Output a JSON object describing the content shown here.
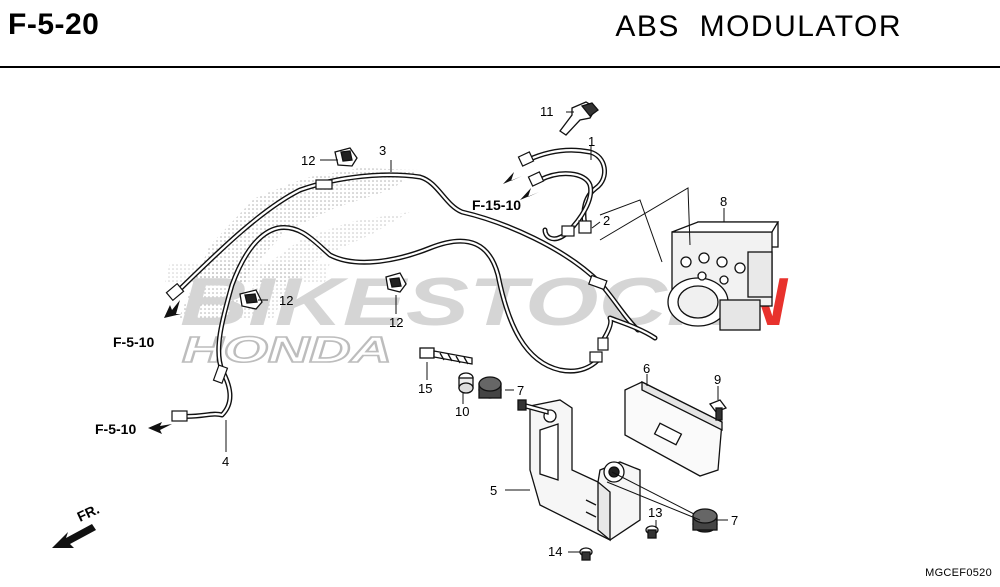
{
  "header": {
    "code": "F-5-20",
    "title": "ABS  MODULATOR"
  },
  "watermark": {
    "brand": "BIKESTOCK",
    "accent_suffix": "N",
    "make": "HONDA",
    "accent_color": "#e8322d"
  },
  "refs": {
    "f510_upper": "F-5-10",
    "f510_lower": "F-5-10",
    "f1510": "F-15-10"
  },
  "callouts": {
    "p1": "1",
    "p2": "2",
    "p3": "3",
    "p4": "4",
    "p5": "5",
    "p6": "6",
    "p7a": "7",
    "p7b": "7",
    "p8": "8",
    "p9": "9",
    "p10": "10",
    "p11": "11",
    "p12a": "12",
    "p12b": "12",
    "p12c": "12",
    "p13": "13",
    "p14": "14",
    "p15": "15"
  },
  "direction": {
    "label": "FR."
  },
  "diagram_code": "MGCEF0520"
}
